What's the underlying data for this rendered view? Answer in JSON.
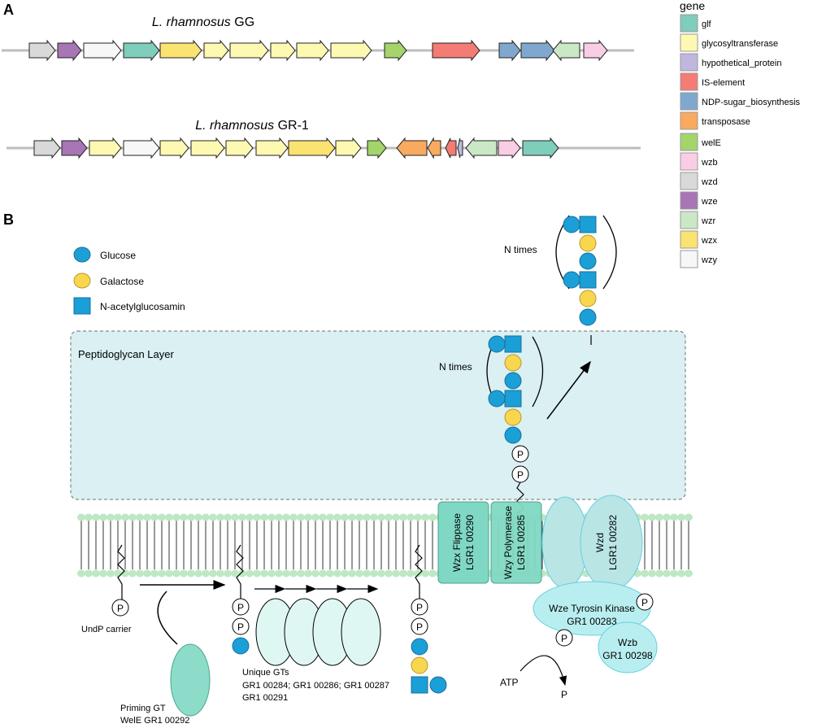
{
  "panel_a": {
    "label": "A",
    "cluster1": {
      "genus": "L. rhamnosus",
      "strain": "GG"
    },
    "cluster2": {
      "genus": "L. rhamnosus",
      "strain": "GR-1"
    },
    "legend_title": "gene",
    "legend": [
      {
        "label": "glf",
        "color": "#7fcdbb"
      },
      {
        "label": "glycosyltransferase",
        "color": "#fdf9b2"
      },
      {
        "label": "hypothetical_protein",
        "color": "#bfb8dc"
      },
      {
        "label": "IS-element",
        "color": "#f47c74"
      },
      {
        "label": "NDP-sugar_biosynthesis",
        "color": "#80a8cf"
      },
      {
        "label": "transposase",
        "color": "#f9aa5e"
      },
      {
        "label": "welE",
        "color": "#a4d46a"
      },
      {
        "label": "wzb",
        "color": "#f9cee4"
      },
      {
        "label": "wzd",
        "color": "#d9d9d9"
      },
      {
        "label": "wze",
        "color": "#a875b5"
      },
      {
        "label": "wzr",
        "color": "#cbe8c6"
      },
      {
        "label": "wzx",
        "color": "#fbe372"
      },
      {
        "label": "wzy",
        "color": "#f7f7f7"
      }
    ]
  },
  "panel_b": {
    "label": "B",
    "legend": {
      "glucose": "Glucose",
      "galactose": "Galactose",
      "nag": "N-acetylglucosamin"
    },
    "peptidoglycan_label": "Peptidoglycan Layer",
    "n_times_inner": "N times",
    "n_times_outer": "N times",
    "phosphate": "P",
    "undp_carrier": "UndP carrier",
    "priming_gt": {
      "line1": "Priming GT",
      "line2": "WelE GR1 00292"
    },
    "unique_gts": {
      "line1": "Unique GTs",
      "line2": "GR1 00284; GR1 00286; GR1 00287",
      "line3": "GR1 00291"
    },
    "wzx": {
      "line1": "Wzx Flippase",
      "line2": "LGR1 00290"
    },
    "wzy": {
      "line1": "Wzy Polymerase",
      "line2": "LGR1 00285"
    },
    "wzd": {
      "line1": "Wzd",
      "line2": "LGR1 00282"
    },
    "wze": {
      "line1": "Wze Tyrosin Kinase",
      "line2": "GR1 00283"
    },
    "wzb": {
      "line1": "Wzb",
      "line2": "GR1 00298"
    },
    "atp": "ATP",
    "p_out": "P",
    "colors": {
      "glucose": "#1a9fd6",
      "galactose": "#f8d64e",
      "nag": "#1a9fd6",
      "peptidoglycan": "#daf0f3",
      "enzyme": "#7fd8c3",
      "membrane_head": "#bde8c3",
      "wz_complex": "#b9eef0"
    }
  }
}
